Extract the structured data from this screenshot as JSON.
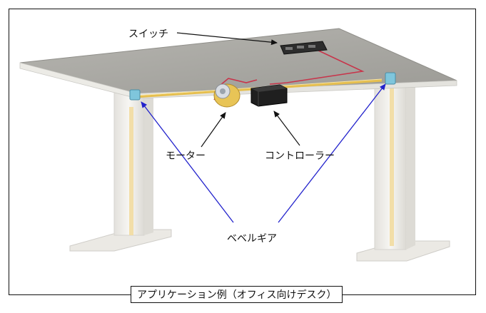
{
  "labels": {
    "switch": "スイッチ",
    "motor": "モーター",
    "controller": "コントローラー",
    "bevel_gear": "ベベルギア"
  },
  "caption": "アプリケーション例（オフィス向けデスク）",
  "colors": {
    "table_top": "#a9a8a3",
    "table_top_edge": "#ecebe6",
    "leg": "#f0eeea",
    "shaft": "#f5d26a",
    "cable": "#c8344a",
    "gear": "#7fc6dc",
    "pointer_blue": "#2222cc",
    "pointer_black": "#111111"
  }
}
